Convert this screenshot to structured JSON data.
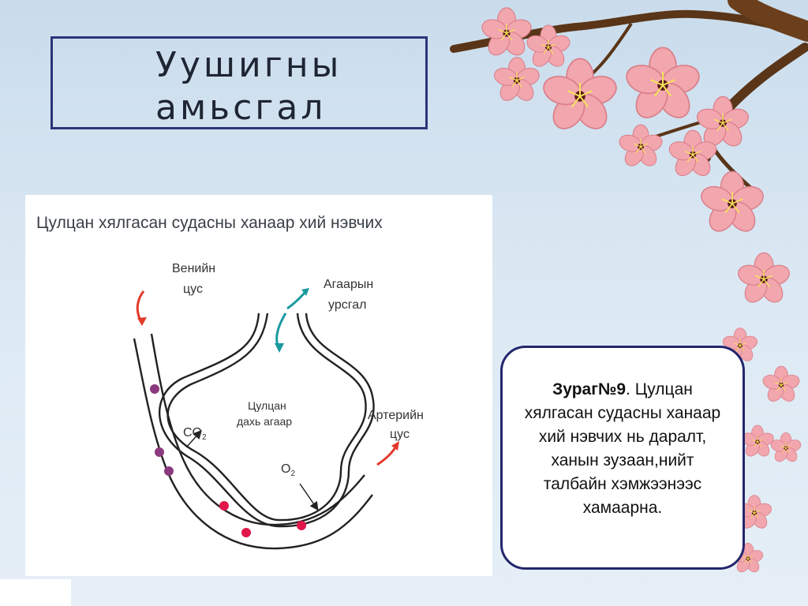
{
  "title": {
    "line1": "Уушигны",
    "line2": "амьсгал"
  },
  "diagram": {
    "heading": "Цулцан хялгасан судасны ханаар хий нэвчих",
    "labels": {
      "venous_line1": "Венийн",
      "venous_line2": "цус",
      "airflow_line1": "Агаарын",
      "airflow_line2": "урсгал",
      "alveolar_line1": "Цулцан",
      "alveolar_line2": "дахь агаар",
      "arterial_line1": "Артерийн",
      "arterial_line2": "цус",
      "co2": "CO",
      "co2_sub": "2",
      "o2": "O",
      "o2_sub": "2"
    },
    "colors": {
      "deoxygenated_cell": "#8b3a7d",
      "oxygenated_cell": "#e1164a",
      "arrow_red": "#e23a2a",
      "arrow_teal": "#1a9aa0"
    }
  },
  "caption": {
    "bold": "Зураг№9",
    "text": ". Цулцан хялгасан судасны ханаар хий нэвчих нь даралт, ханын зузаан,нийт талбайн хэмжээнээс хамаарна."
  },
  "decorations": {
    "blossom_icon": "cherry-blossom-icon",
    "branch_icon": "tree-branch-icon"
  }
}
